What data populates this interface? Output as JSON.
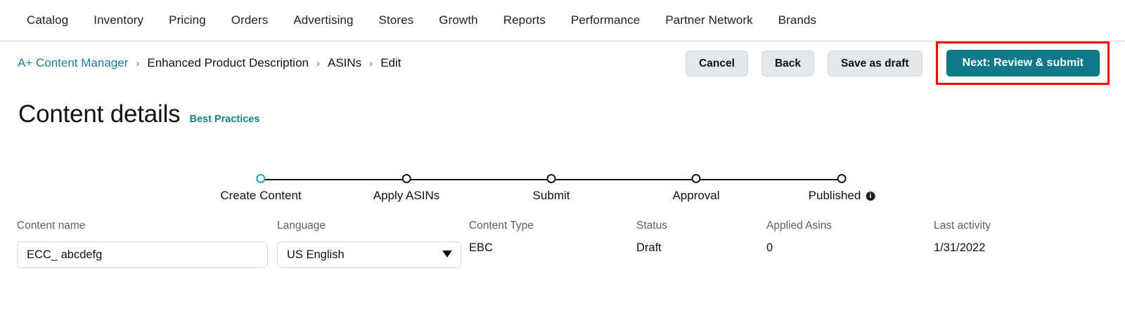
{
  "topnav": {
    "items": [
      {
        "label": "Catalog"
      },
      {
        "label": "Inventory"
      },
      {
        "label": "Pricing"
      },
      {
        "label": "Orders"
      },
      {
        "label": "Advertising"
      },
      {
        "label": "Stores"
      },
      {
        "label": "Growth"
      },
      {
        "label": "Reports"
      },
      {
        "label": "Performance"
      },
      {
        "label": "Partner Network"
      },
      {
        "label": "Brands"
      }
    ]
  },
  "breadcrumb": {
    "separator": "›",
    "items": [
      {
        "label": "A+ Content Manager",
        "link": true
      },
      {
        "label": "Enhanced Product Description",
        "link": false
      },
      {
        "label": "ASINs",
        "link": false
      },
      {
        "label": "Edit",
        "link": false
      }
    ]
  },
  "actions": {
    "cancel_label": "Cancel",
    "back_label": "Back",
    "save_draft_label": "Save as draft",
    "next_label": "Next: Review & submit",
    "primary_color": "#0d7a8c",
    "highlight_color": "#ff0000"
  },
  "header": {
    "title": "Content details",
    "best_practices_label": "Best Practices"
  },
  "stepper": {
    "active_index": 0,
    "active_color": "#1ba5bd",
    "line_color": "#15191c",
    "steps": [
      {
        "label": "Create Content",
        "info": false
      },
      {
        "label": "Apply ASINs",
        "info": false
      },
      {
        "label": "Submit",
        "info": false
      },
      {
        "label": "Approval",
        "info": false
      },
      {
        "label": "Published",
        "info": true
      }
    ],
    "info_glyph": "i"
  },
  "meta": {
    "content_name": {
      "label": "Content name",
      "value": "ECC_ abcdefg",
      "placeholder": "Content name"
    },
    "language": {
      "label": "Language",
      "value": "US English",
      "options": [
        "US English"
      ]
    },
    "content_type": {
      "label": "Content Type",
      "value": "EBC"
    },
    "status": {
      "label": "Status",
      "value": "Draft"
    },
    "applied_asins": {
      "label": "Applied Asins",
      "value": "0"
    },
    "last_activity": {
      "label": "Last activity",
      "value": "1/31/2022"
    }
  }
}
